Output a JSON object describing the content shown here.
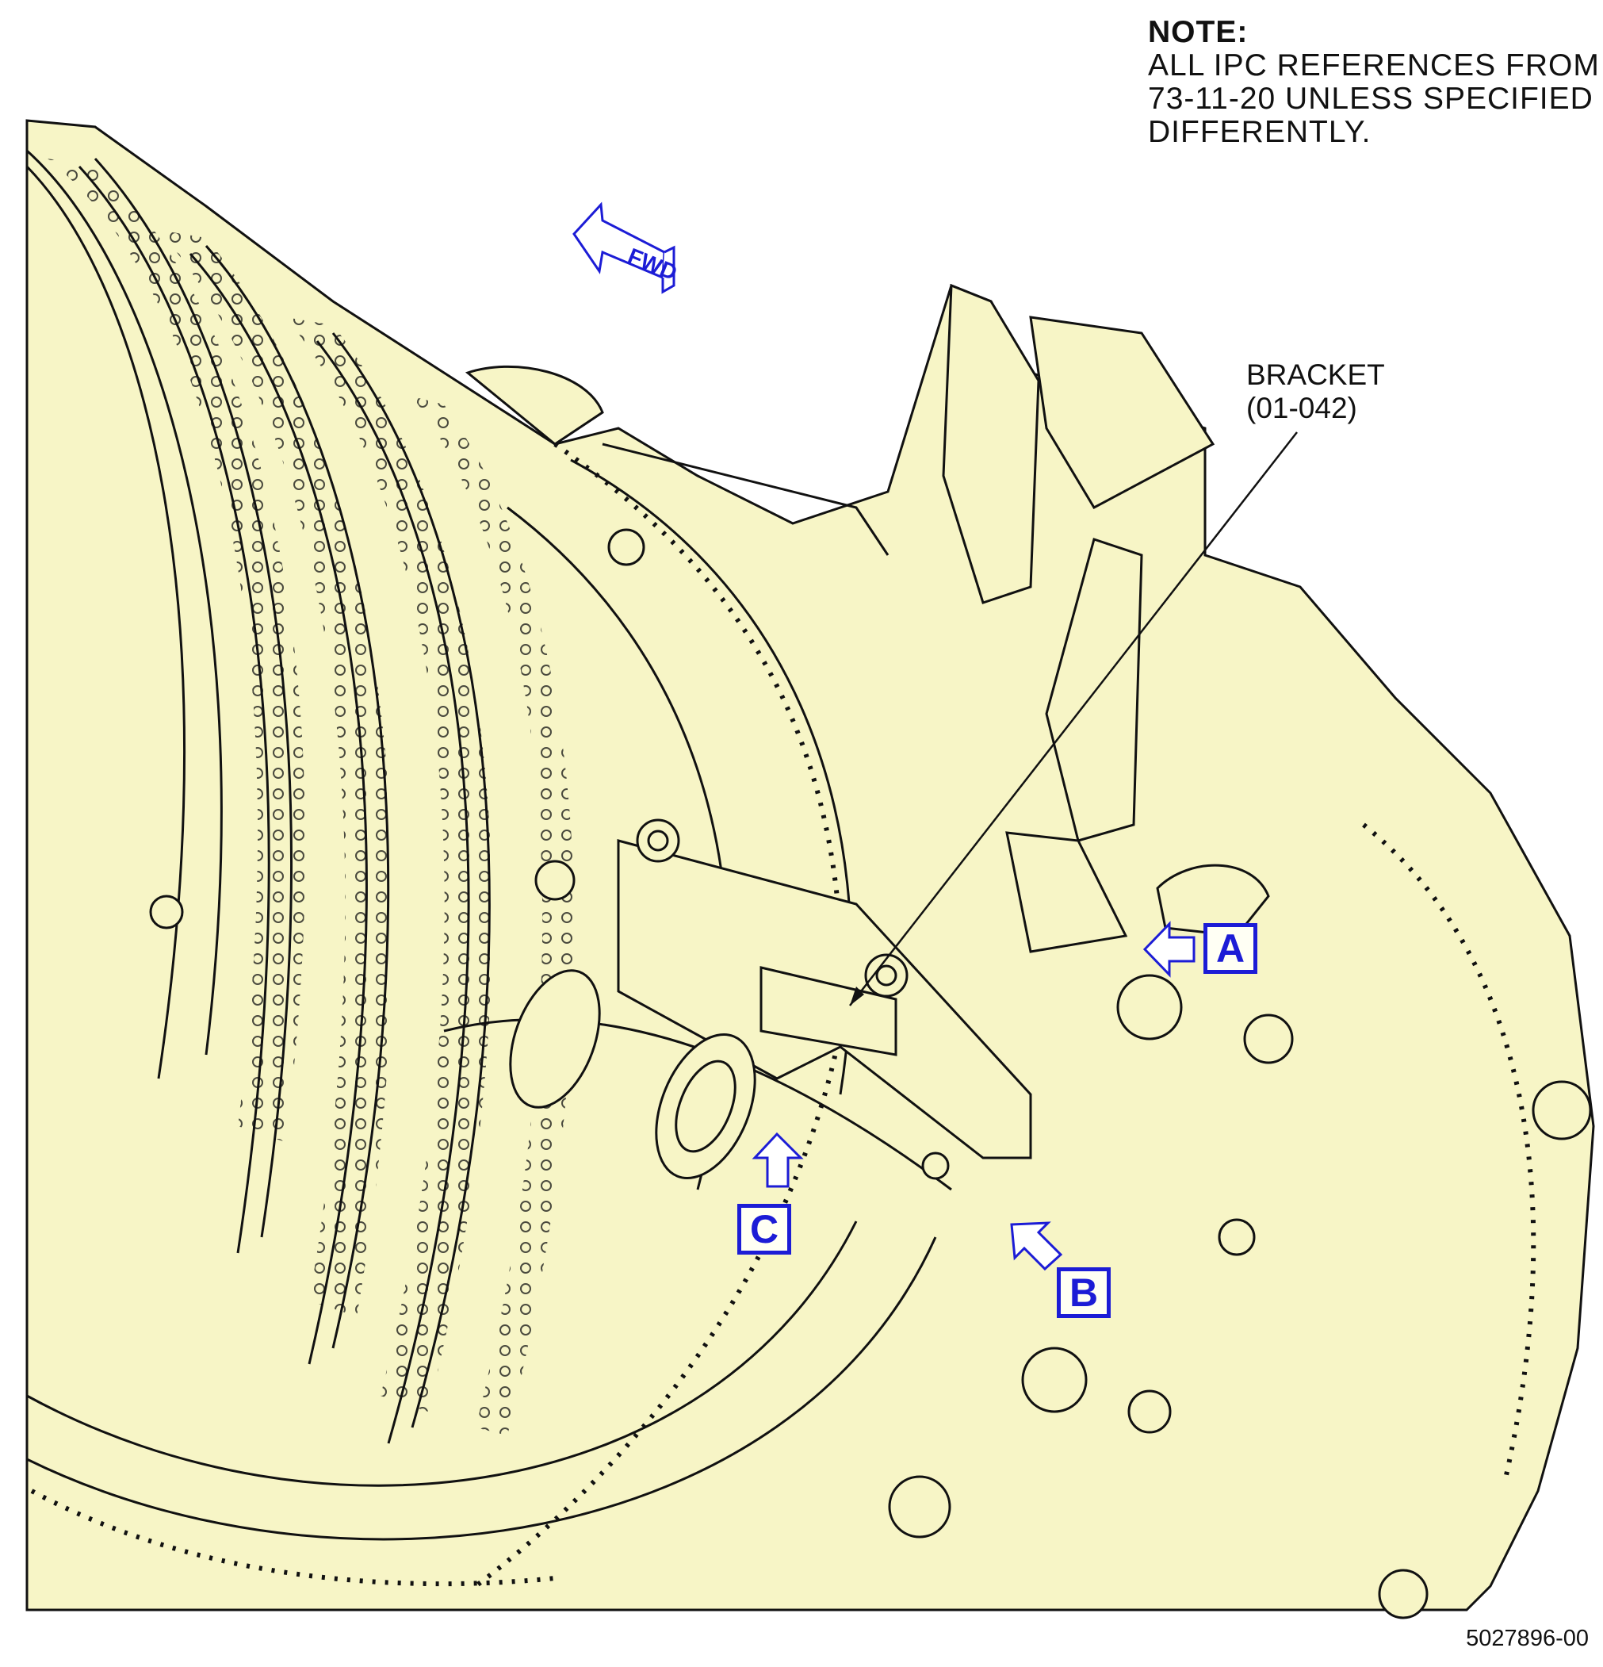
{
  "note": {
    "title": "NOTE:",
    "body": "ALL IPC REFERENCES FROM\n73-11-20 UNLESS SPECIFIED\nDIFFERENTLY."
  },
  "callout": {
    "line1": "BRACKET",
    "line2": "(01-042)"
  },
  "fwd_arrow": {
    "label": "FWD"
  },
  "view_labels": {
    "a": "A",
    "b": "B",
    "c": "C"
  },
  "document_id": "5027896-00",
  "colors": {
    "engine_fill": "#f7f5c6",
    "line_art": "#111111",
    "accent_blue": "#1c1cd6"
  }
}
